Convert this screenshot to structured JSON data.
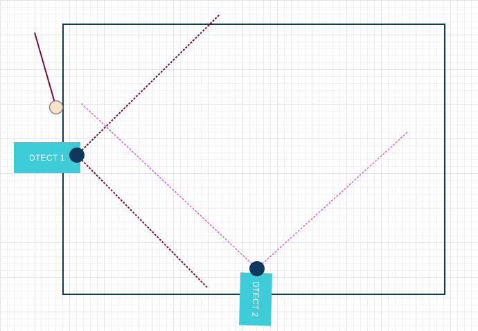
{
  "colors": {
    "background": "#ffffff",
    "grid_minor": "#f1f1f1",
    "grid_major": "#e3e3e3",
    "room_border": "#0e3a52",
    "detector_dot": "#0d3a5c",
    "label_bg": "#3fccd9",
    "label_text": "#ffffff",
    "beam_1": "#7a0a3e",
    "beam_2": "#d957e0",
    "handle_fill": "#fde3c3",
    "handle_stroke": "#8a8a8a",
    "handle_arm": "#7a0a3e"
  },
  "detectors": [
    {
      "id": "detector-1",
      "label": "DTECT 1"
    },
    {
      "id": "detector-2",
      "label": "DTECT 2"
    }
  ],
  "icons": {
    "rotation_handle": "circle-handle-icon",
    "detector": "filled-dot-icon"
  }
}
